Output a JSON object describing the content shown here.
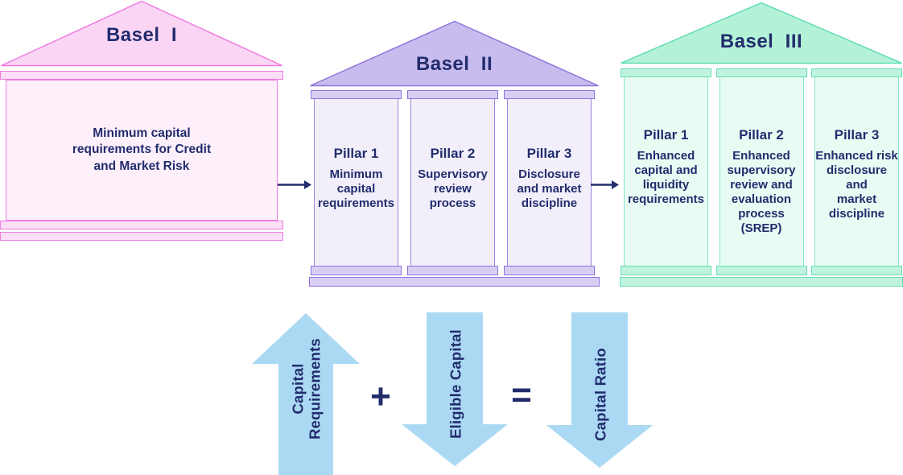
{
  "colors": {
    "navy": "#222c6d",
    "pink_border": "#f07ce2",
    "pink_roof": "#fbd6f4",
    "pink_light": "#fdf0fb",
    "pink_bar": "#fbdff7",
    "purple_border": "#8f74da",
    "purple_shaft_border": "#9b82de",
    "purple_roof": "#c8bcee",
    "purple_light": "#f2effb",
    "purple_bar": "#d9cdf4",
    "mint_border": "#66dcb5",
    "mint_shaft_border": "#84e5c6",
    "mint_roof": "#b4f2d8",
    "mint_light": "#e9fcf4",
    "mint_bar": "#c0f3dd",
    "arrow_blue": "#abd9f4"
  },
  "temples": {
    "basel1": {
      "title": "Basel  I",
      "body_text": "Minimum capital\nrequirements for Credit\nand Market Risk"
    },
    "basel2": {
      "title": "Basel  II",
      "pillars": [
        {
          "title": "Pillar 1",
          "desc": "Minimum\ncapital\nrequirements"
        },
        {
          "title": "Pillar 2",
          "desc": "Supervisory\nreview\nprocess"
        },
        {
          "title": "Pillar 3",
          "desc": "Disclosure\nand market\ndiscipline"
        }
      ]
    },
    "basel3": {
      "title": "Basel  III",
      "pillars": [
        {
          "title": "Pillar 1",
          "desc": "Enhanced\ncapital and\nliquidity\nrequirements"
        },
        {
          "title": "Pillar 2",
          "desc": "Enhanced\nsupervisory\nreview and\nevaluation\nprocess\n(SREP)"
        },
        {
          "title": "Pillar 3",
          "desc": "Enhanced risk\ndisclosure and\nmarket\ndiscipline"
        }
      ]
    }
  },
  "equation": {
    "term1": "Capital\nRequirements",
    "operator1": "+",
    "term2": "Eligible Capital",
    "operator2": "=",
    "term3": "Capital Ratio"
  }
}
